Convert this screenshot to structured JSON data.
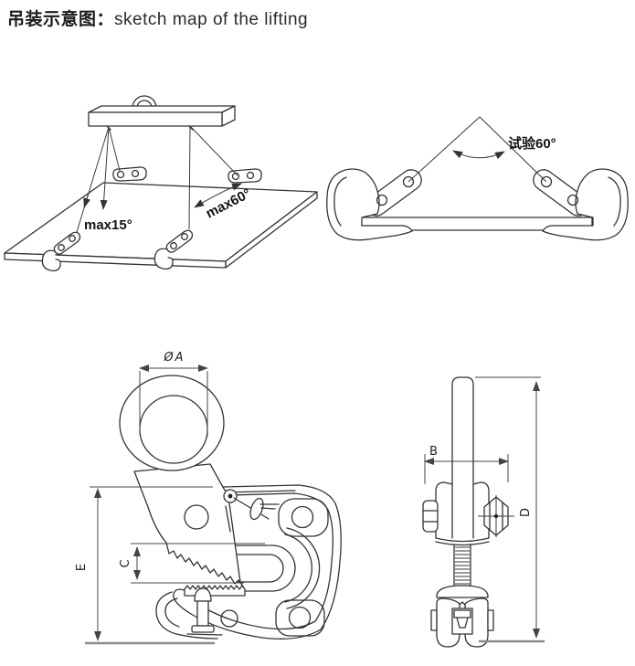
{
  "title": {
    "zh": "吊装示意图：",
    "en": "sketch map of the lifting"
  },
  "lifting_diagram": {
    "max15_label": "max15°",
    "max60_label": "max60°"
  },
  "test_diagram": {
    "angle_label": "试验60°"
  },
  "front_view": {
    "dim_a": "ØA",
    "dim_e": "E",
    "dim_c": "C"
  },
  "side_view": {
    "dim_b": "B",
    "dim_d": "D"
  },
  "colors": {
    "line": "#333333",
    "dimension": "#444444",
    "ground": "#8a8a8a",
    "background": "#ffffff",
    "text": "#1b1b1b"
  }
}
